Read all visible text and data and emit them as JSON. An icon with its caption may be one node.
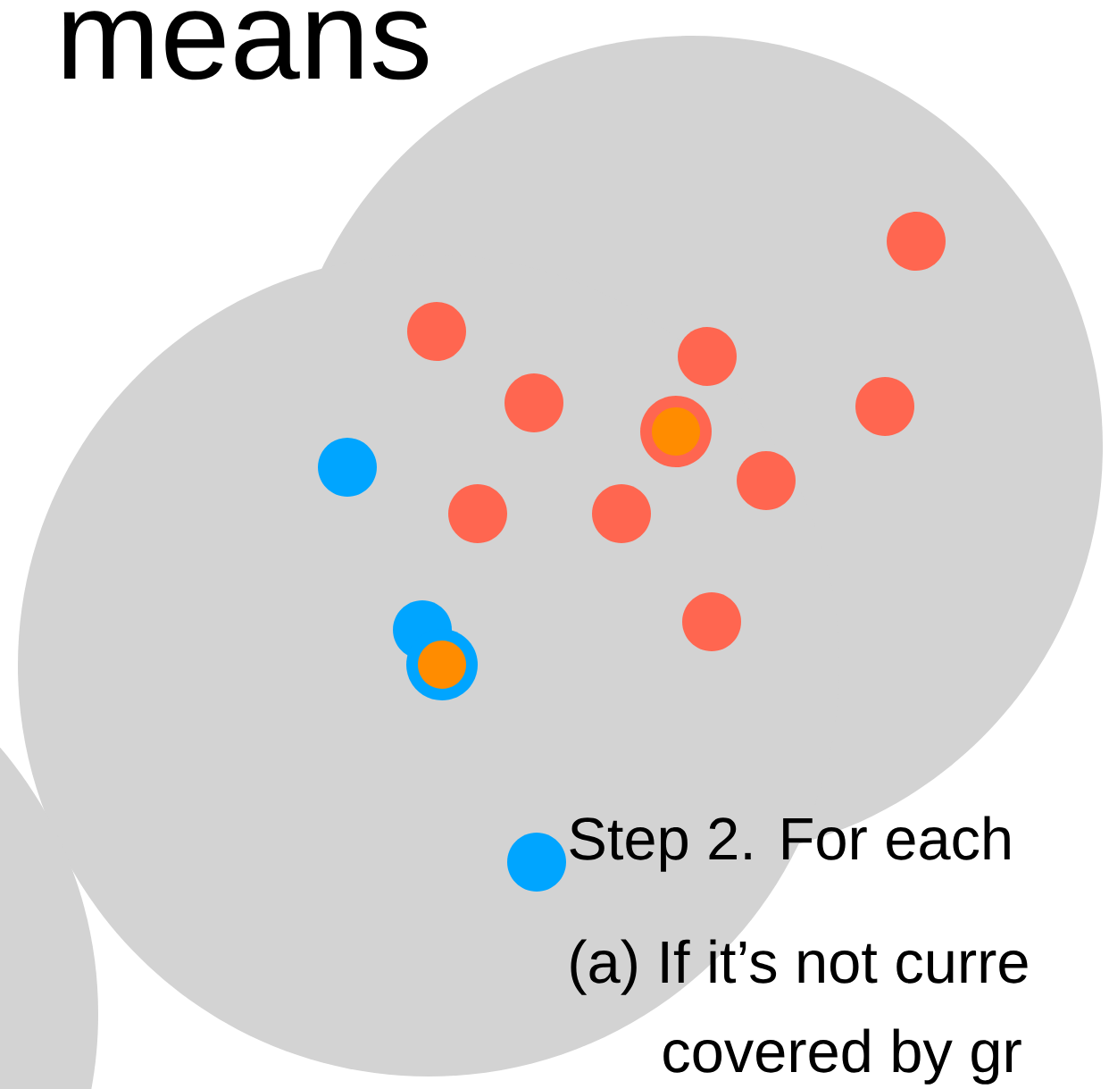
{
  "diagram": {
    "title": "means",
    "labels": [
      "Step 2. For each",
      "(a) If it’s not curre",
      "covered by gr"
    ]
  }
}
